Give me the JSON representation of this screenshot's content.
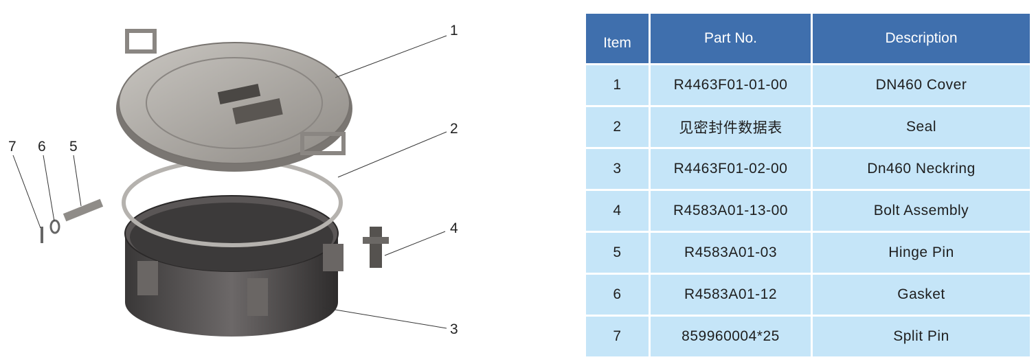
{
  "callouts": [
    "1",
    "2",
    "3",
    "4",
    "5",
    "6",
    "7"
  ],
  "table": {
    "headers": [
      "Item",
      "Part No.",
      "Description"
    ],
    "rows": [
      {
        "item": "1",
        "part_no": "R4463F01-01-00",
        "description": "DN460 Cover"
      },
      {
        "item": "2",
        "part_no": "见密封件数据表",
        "description": "Seal"
      },
      {
        "item": "3",
        "part_no": "R4463F01-02-00",
        "description": "Dn460 Neckring"
      },
      {
        "item": "4",
        "part_no": "R4583A01-13-00",
        "description": "Bolt Assembly"
      },
      {
        "item": "5",
        "part_no": "R4583A01-03",
        "description": "Hinge Pin"
      },
      {
        "item": "6",
        "part_no": "R4583A01-12",
        "description": "Gasket"
      },
      {
        "item": "7",
        "part_no": "859960004*25",
        "description": "Split Pin"
      }
    ]
  },
  "colors": {
    "header_bg": "#3f6fad",
    "row_bg": "#c5e5f8",
    "part_metal": "#8d8a86"
  }
}
